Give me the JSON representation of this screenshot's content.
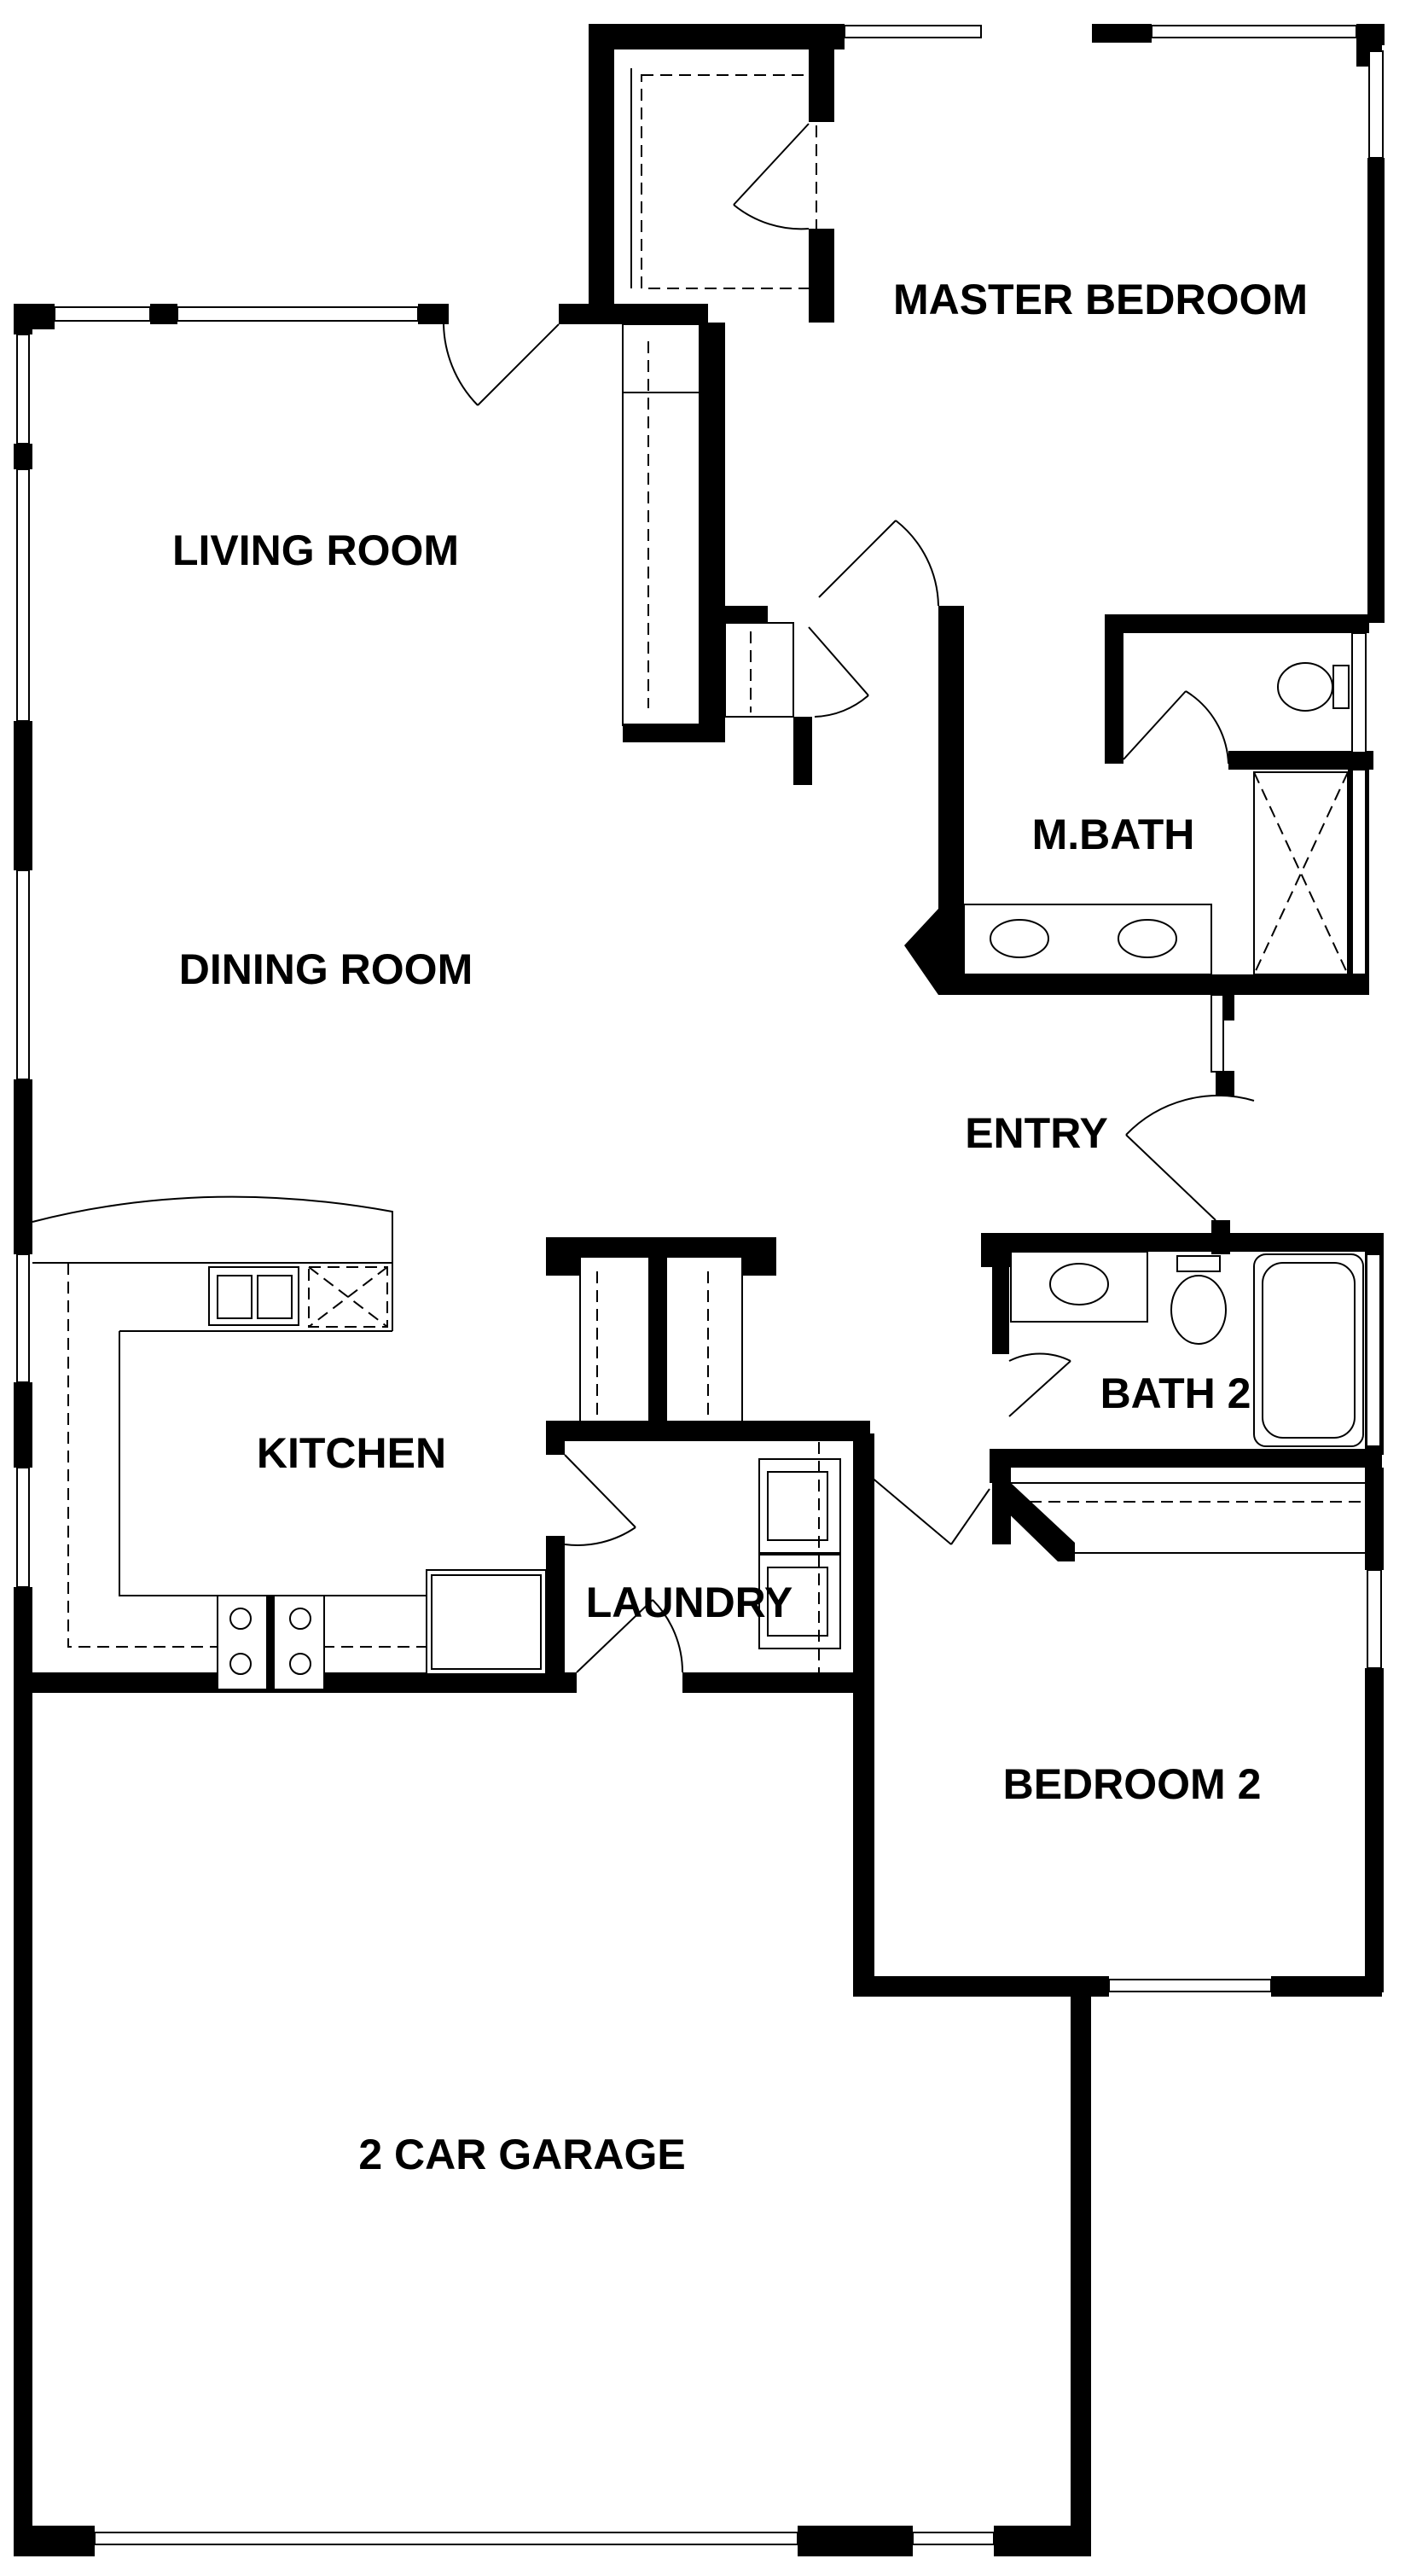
{
  "rooms": {
    "master_bedroom": "MASTER BEDROOM",
    "living_room": "LIVING ROOM",
    "m_bath": "M.BATH",
    "dining_room": "DINING ROOM",
    "entry": "ENTRY",
    "kitchen": "KITCHEN",
    "bath_2": "BATH 2",
    "laundry": "LAUNDRY",
    "bedroom_2": "BEDROOM 2",
    "garage": "2 CAR GARAGE"
  }
}
